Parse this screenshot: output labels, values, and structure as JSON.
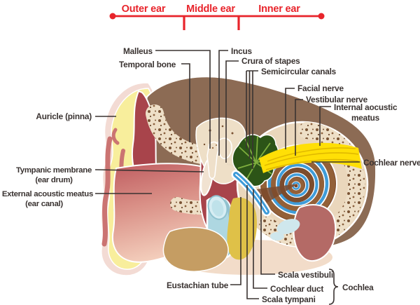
{
  "header": {
    "items": [
      {
        "label": "Outer ear"
      },
      {
        "label": "Middle ear"
      },
      {
        "label": "Inner ear"
      }
    ]
  },
  "labels": {
    "malleus": "Malleus",
    "temporal_bone": "Temporal bone",
    "incus": "Incus",
    "crura_of_stapes": "Crura of stapes",
    "semicircular_canals": "Semicircular canals",
    "facial_nerve": "Facial nerve",
    "vestibular_nerve": "Vestibular nerve",
    "internal_acoustic_meatus": {
      "line1": "Internal aocustic",
      "line2": "meatus"
    },
    "cochlear_nerve": "Cochlear nerve",
    "auricle": "Auricle (pinna)",
    "tympanic_membrane": {
      "line1": "Tympanic membrane",
      "line2": "(ear drum)"
    },
    "external_acoustic_meatus": {
      "line1": "External acoustic meatus",
      "line2": "(ear canal)"
    },
    "eustachian_tube": "Eustachian tube",
    "scala_vestibuli": "Scala vestibuli",
    "cochlear_duct": "Cochlear duct",
    "scala_tympani": "Scala tympani",
    "cochlea": "Cochlea"
  },
  "colors": {
    "accent_red": "#e8242b",
    "label_text": "#3a3331",
    "auricle_skin": "#f3dbd4",
    "fat_yellow": "#f8ee9c",
    "cartilage_blue": "#b9c8d6",
    "tissue_rose": "#cb7472",
    "dark_tissue": "#a8444b",
    "temporal_bone": "#8c6b54",
    "bone_inner_cream": "#eedfc7",
    "middle_ear_cavity": "#a8444b",
    "inner_ear_bone": "#ead7bc",
    "cochlea_brown": "#7b4a2c",
    "fluid_blue": "#3f9cd9",
    "semicircular_canals": "#2c5417",
    "nerve_yellow": "#ffdf06",
    "eustachian_tube": "#aed7e1",
    "mustard": "#dfc148",
    "tan_blob": "#c59d63"
  }
}
